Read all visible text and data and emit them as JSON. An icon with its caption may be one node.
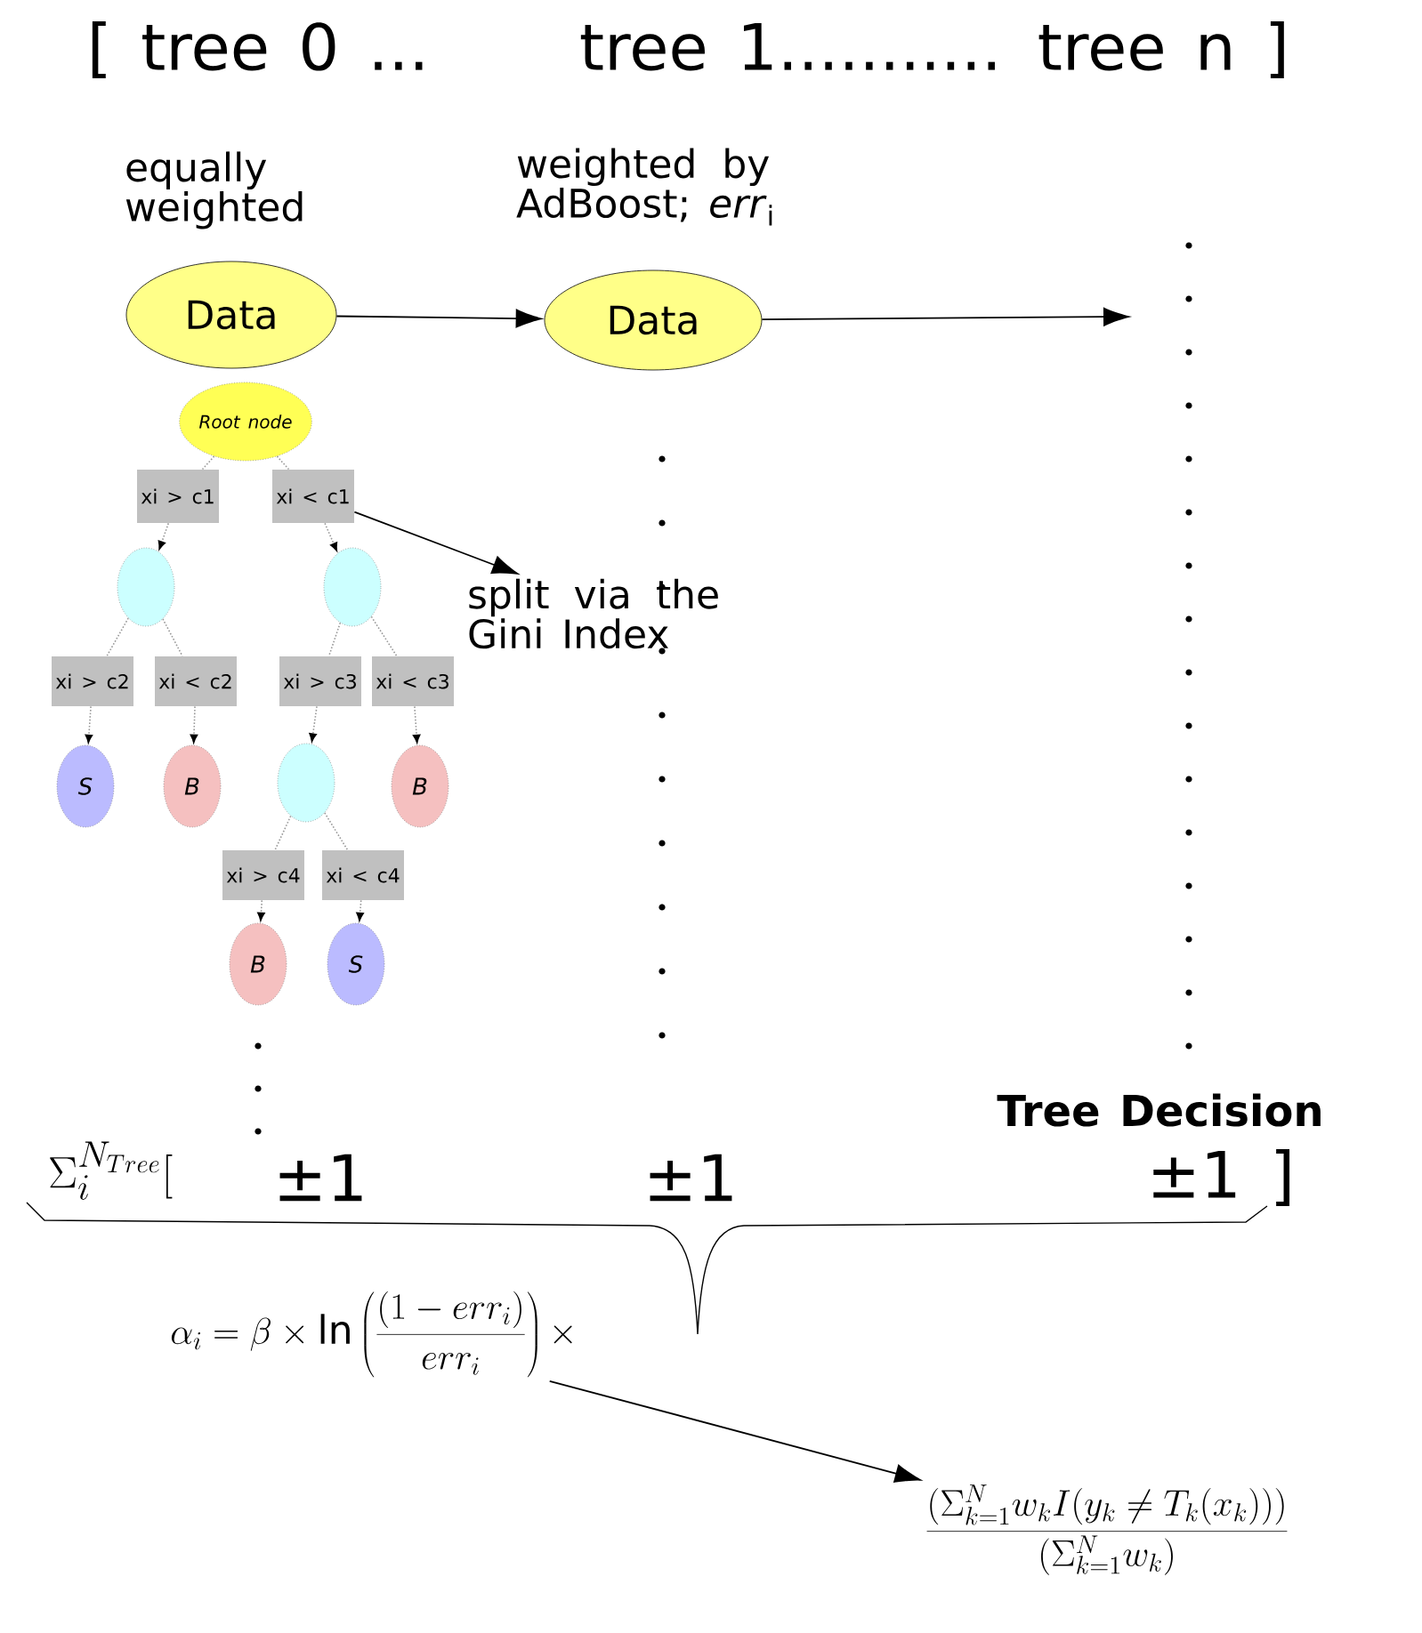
{
  "diagram": {
    "nodes": [
      {
        "text": [
          "Data"
        ],
        "beside": [
          "equally weighted"
        ]
      },
      {
        "text": [
          "Data"
        ],
        "beside": [
          "weighted by AdBoost; *err*$_{i}$"
        ]
      },
      {
        "text": [
          "Root node"
        ]
      },
      {
        "text": [
          "xi > c1"
        ]
      },
      {
        "text": [
          "xi < c1"
        ]
      },
      {
        "text": [],
        "shape": "circle"
      },
      {
        "text": [],
        "shape": "circle"
      },
      {
        "text": [
          "xi > c2"
        ]
      },
      {
        "text": [
          "xi < c2"
        ]
      },
      {
        "text": [
          "xi > c3"
        ]
      },
      {
        "text": [
          "xi < c3"
        ]
      },
      {
        "text": [
          "S"
        ]
      },
      {
        "text": [
          "B"
        ]
      },
      {
        "text": [],
        "shape": "circle"
      },
      {
        "text": [
          "B"
        ]
      },
      {
        "text": [
          "xi > c4"
        ]
      },
      {
        "text": [
          "xi < c4"
        ]
      },
      {
        "text": [
          "B"
        ]
      },
      {
        "text": [
          "S"
        ]
      },
      {
        "text": [
          "split via the Gini Index"
        ]
      },
      {
        "text": [
          "\\alpha_i=\\beta\\times\\ln\\left(\\frac{(1-err_i)}{err_i}\\right)\\times"
        ]
      },
      {
        "text": [
          "\\frac{(\\Sigma_{k=1}^{N} w_k I(y_k\\neq T_k(x_k)))}{(\\Sigma_{k=1}^{N} w_k)}"
        ]
      }
    ],
    "edges": [
      {
        "from": 0,
        "to": 1,
        "arrow": "to",
        "color": "#000000"
      },
      {
        "from": 1,
        "to": null,
        "arrow": "to",
        "color": "#000000"
      },
      {
        "from": 2,
        "to": 3,
        "arrow": "none",
        "style": "dashed",
        "color": "#999999"
      },
      {
        "from": 2,
        "to": 4,
        "arrow": "none",
        "style": "dashed",
        "color": "#999999"
      },
      {
        "from": 3,
        "to": 5,
        "arrow": "to",
        "style": "dashed",
        "color": "#999999"
      },
      {
        "from": 4,
        "to": 6,
        "arrow": "to",
        "style": "dashed",
        "color": "#999999"
      },
      {
        "from": 5,
        "to": 7,
        "arrow": "none",
        "style": "dashed",
        "color": "#999999"
      },
      {
        "from": 5,
        "to": 8,
        "arrow": "none",
        "style": "dashed",
        "color": "#999999"
      },
      {
        "from": 6,
        "to": 9,
        "arrow": "none",
        "style": "dashed",
        "color": "#999999"
      },
      {
        "from": 6,
        "to": 10,
        "arrow": "none",
        "style": "dashed",
        "color": "#999999"
      },
      {
        "from": 7,
        "to": 11,
        "arrow": "to",
        "style": "dashed",
        "color": "#999999"
      },
      {
        "from": 8,
        "to": 12,
        "arrow": "to",
        "style": "dashed",
        "color": "#999999"
      },
      {
        "from": 9,
        "to": 13,
        "arrow": "to",
        "style": "dashed",
        "color": "#999999"
      },
      {
        "from": 10,
        "to": 14,
        "arrow": "to",
        "style": "dashed",
        "color": "#999999"
      },
      {
        "from": 13,
        "to": 15,
        "arrow": "none",
        "style": "dashed",
        "color": "#999999"
      },
      {
        "from": 13,
        "to": 16,
        "arrow": "none",
        "style": "dashed",
        "color": "#999999"
      },
      {
        "from": 15,
        "to": 17,
        "arrow": "to",
        "style": "dashed",
        "color": "#999999"
      },
      {
        "from": 16,
        "to": 18,
        "arrow": "to",
        "style": "dashed",
        "color": "#999999"
      },
      {
        "from": 4,
        "to": 19,
        "arrow": "to",
        "color": "#000000"
      },
      {
        "from": 20,
        "to": 21,
        "arrow": "to",
        "color": "#000000"
      }
    ],
    "labels": [
      "[ tree 0 ...",
      "tree 1........... tree n ]",
      "Tree Decision",
      "\\Sigma_i^{N_{Tree}}[",
      "±1",
      "±1",
      "±1 ]"
    ]
  }
}
